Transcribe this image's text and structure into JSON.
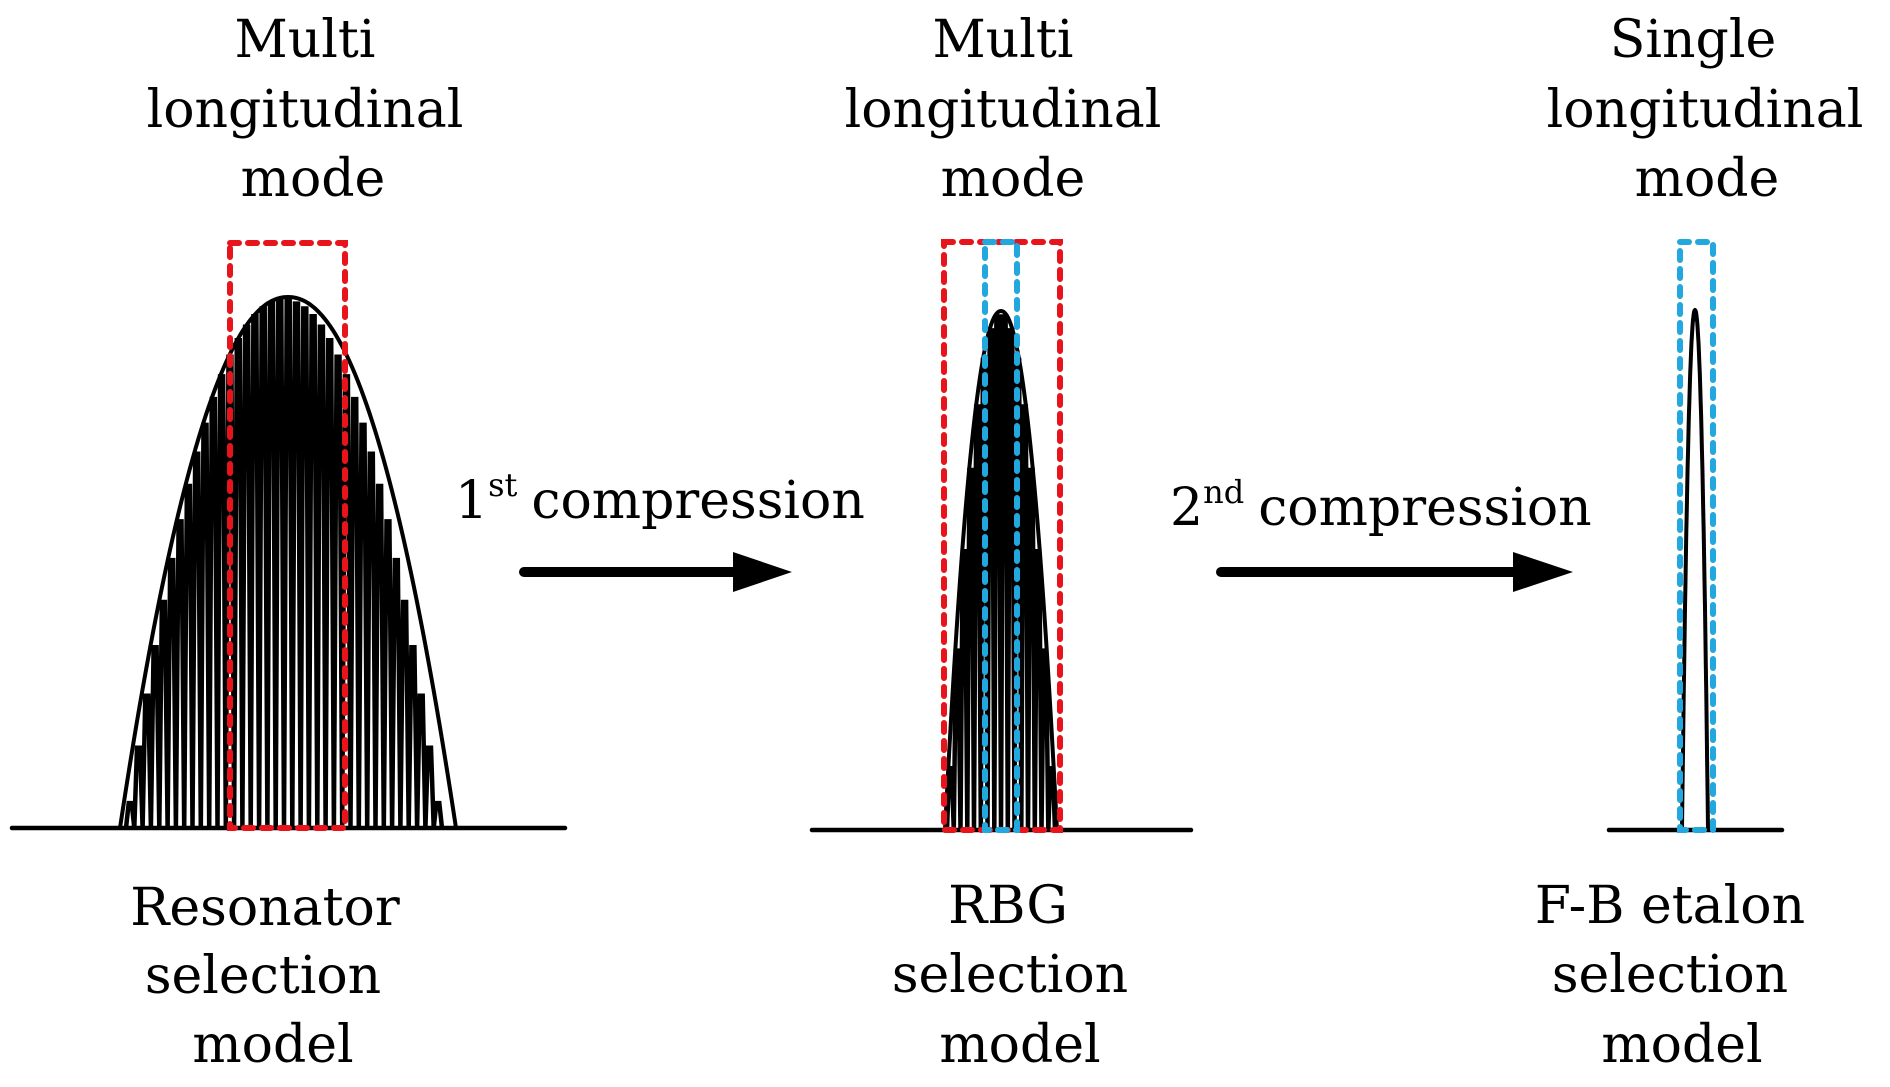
{
  "colors": {
    "red_filter": "#e8141b",
    "blue_filter": "#22a7de",
    "curve": "#000000"
  },
  "stages": [
    {
      "title_lines": [
        "Multi",
        "longitudinal",
        "mode"
      ],
      "caption_lines": [
        "Resonator",
        "selection",
        "model"
      ],
      "spectrum": {
        "mode_count": 38,
        "envelope": "wide",
        "relative_width": 1.0
      },
      "filters": [
        "red"
      ]
    },
    {
      "title_lines": [
        "Multi",
        "longitudinal",
        "mode"
      ],
      "caption_lines": [
        "RBG",
        "selection",
        "model"
      ],
      "spectrum": {
        "mode_count": 16,
        "envelope": "narrow",
        "relative_width": 0.34
      },
      "filters": [
        "red",
        "blue"
      ]
    },
    {
      "title_lines": [
        "Single",
        "longitudinal",
        "mode"
      ],
      "caption_lines": [
        "F-B etalon",
        "selection",
        "model"
      ],
      "spectrum": {
        "mode_count": 1,
        "envelope": "single",
        "relative_width": 0.08
      },
      "filters": [
        "blue"
      ]
    }
  ],
  "arrows": [
    {
      "base": "1",
      "superscript": "st",
      "text": "compression"
    },
    {
      "base": "2",
      "superscript": "nd",
      "text": "compression"
    }
  ]
}
